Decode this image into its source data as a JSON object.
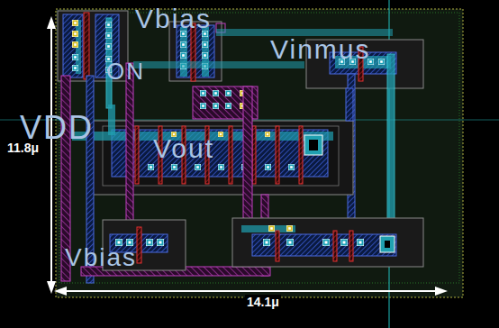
{
  "diagram": {
    "labels": [
      "Vbias",
      "ON",
      "VDD",
      "Vinmus",
      "Vout",
      "Vbias",
      "11.8μ",
      "14.1μ"
    ]
  }
}
